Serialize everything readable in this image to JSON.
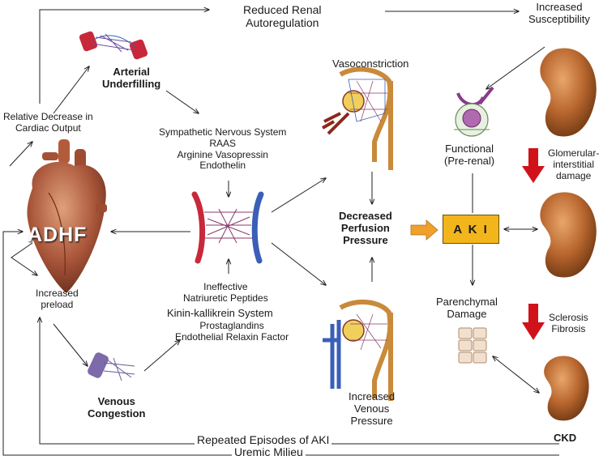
{
  "labels": {
    "reduced_renal": "Reduced Renal\nAutoregulation",
    "increased_susceptibility": "Increased\nSusceptibility",
    "arterial_underfilling": "Arterial\nUnderfilling",
    "relative_decrease": "Relative Decrease in\nCardiac Output",
    "vasoconstriction": "Vasoconstriction",
    "neurohormones": "Sympathetic Nervous System\nRAAS\nArginine Vasopressin\nEndothelin",
    "functional": "Functional\n(Pre-renal)",
    "glomerular": "Glomerular-\ninterstitial\ndamage",
    "adhf": "ADHF",
    "decreased_perfusion": "Decreased\nPerfusion\nPressure",
    "aki": "A K I",
    "increased_preload": "Increased\npreload",
    "ineffective": "Ineffective\nNatriuretic Peptides",
    "kinin": "Kinin-kallikrein System",
    "prostaglandins": "Prostaglandins\nEndothelial Relaxin Factor",
    "parenchymal": "Parenchymal\nDamage",
    "sclerosis": "Sclerosis\nFibrosis",
    "venous_congestion": "Venous\nCongestion",
    "increased_venous": "Increased\nVenous\nPressure",
    "ckd": "CKD",
    "repeated_episodes": "Repeated Episodes of AKI",
    "uremic": "Uremic Milieu"
  },
  "colors": {
    "arrow": "#222222",
    "red_arrow": "#d0121b",
    "orange_arrow": "#f0a12c",
    "aki_box": "#f2b51b",
    "kidney": "#b8662e",
    "heart": "#a8553a",
    "artery": "#c8283a",
    "vein": "#3a5fb8"
  },
  "icons": [
    "heart-illustration",
    "kidney-illustration",
    "nephron-illustration",
    "artery-illustration",
    "vein-illustration",
    "capillary-bed-illustration",
    "glomerulus-illustration",
    "tubule-cells-illustration"
  ]
}
